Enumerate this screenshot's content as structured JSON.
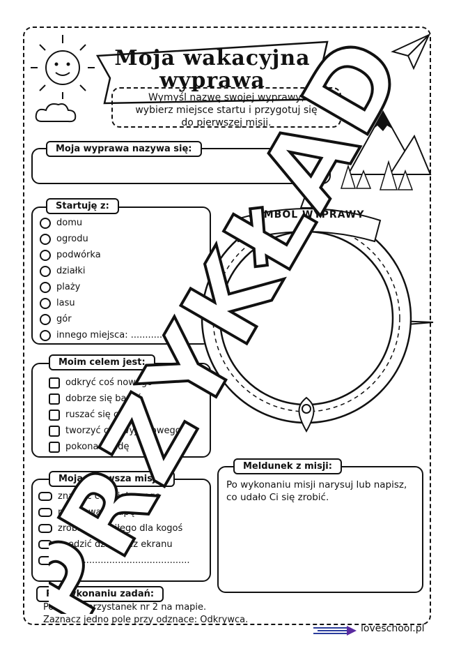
{
  "title": {
    "line1": "Moja wakacyjna",
    "line2": "wyprawa"
  },
  "intro": {
    "line1": "Wymyśl nazwę swojej wyprawy,",
    "line2": "wybierz miejsce startu i przygotuj się",
    "line3": "do pierwszej misji."
  },
  "name_section": {
    "label": "Moja wyprawa nazywa się:"
  },
  "start_section": {
    "label": "Startuję z:",
    "options": [
      "domu",
      "ogrodu",
      "podwórka",
      "działki",
      "plaży",
      "lasu",
      "gór",
      "innego miejsca: ............"
    ]
  },
  "goal_section": {
    "label": "Moim celem jest:",
    "options": [
      "odkryć coś nowego",
      "dobrze się bawić",
      "ruszać się co dnia",
      "tworzyć coś wyjątkowego",
      "pokonać nudę"
    ]
  },
  "mission_section": {
    "label": "Moja pierwsza misja:",
    "options": [
      "znaleźć coś ciekawego",
      "narysować mapę",
      "zrobić coś miłego dla kogoś",
      "spędzić dzień bez ekranu",
      "inne: ....................................."
    ]
  },
  "symbol": {
    "label": "SYMBOL WYPRAWY"
  },
  "report_section": {
    "label": "Meldunek z misji:",
    "line1": "Po wykonaniu misji narysuj lub napisz,",
    "line2": "co udało Ci się zrobić."
  },
  "completion": {
    "label": "Po wykonaniu zadań:",
    "line1": "Pokoloruj przystanek nr 2 na mapie.",
    "line2": "Zaznacz jedno pole przy odznace: Odkrywca."
  },
  "watermark": {
    "text": "PRZYKŁAD"
  },
  "logo": {
    "text": "loveschool.pl"
  }
}
